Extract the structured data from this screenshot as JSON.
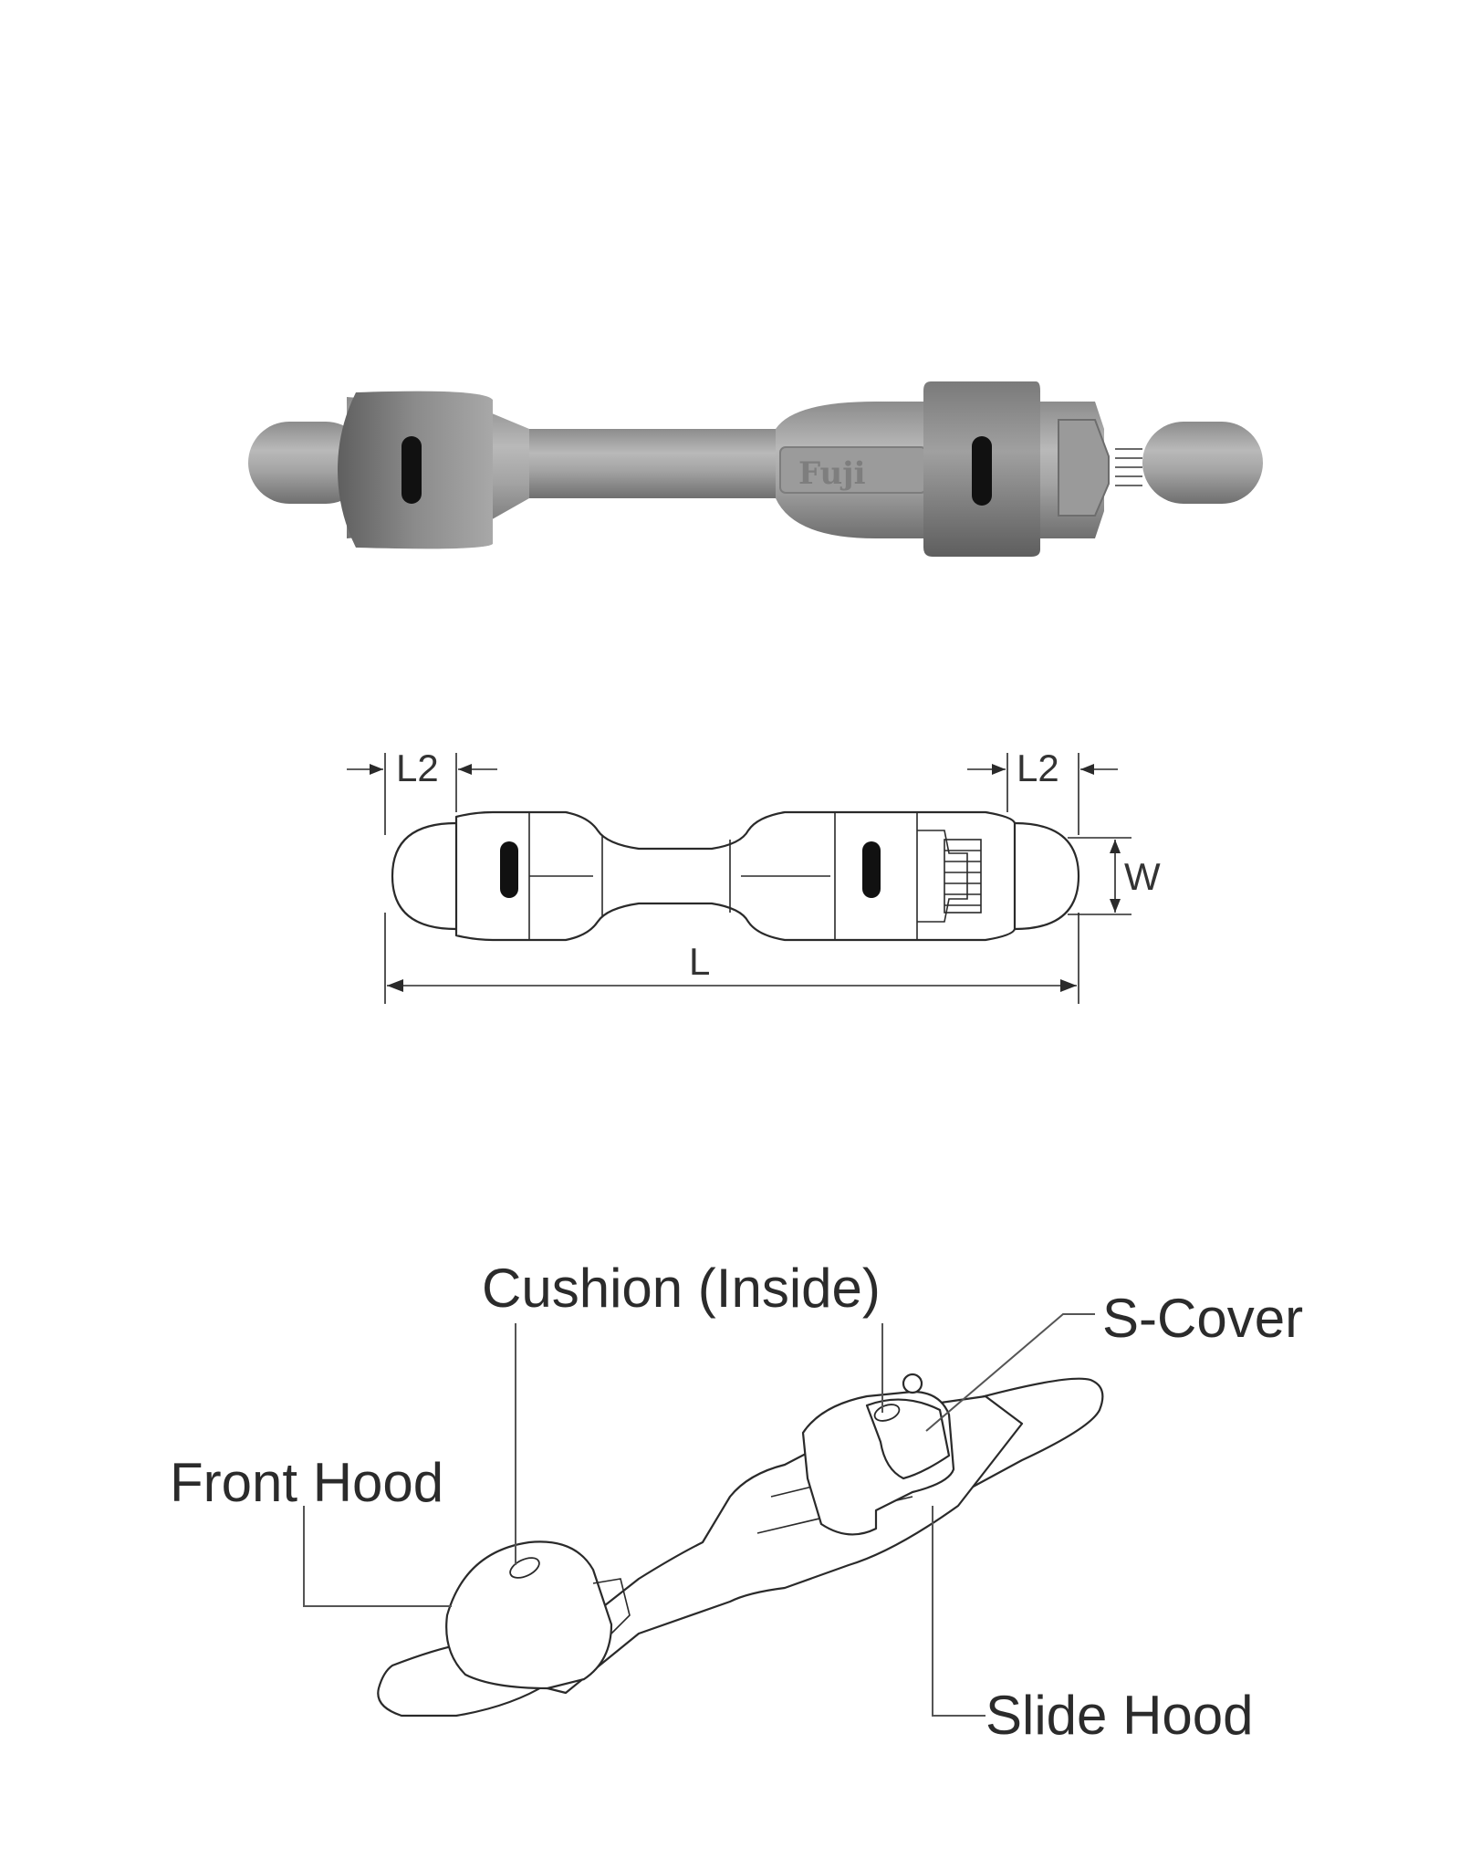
{
  "dimensions": {
    "l2_left": "L2",
    "l2_right": "L2",
    "width": "W",
    "length": "L"
  },
  "callouts": {
    "cushion": "Cushion (Inside)",
    "s_cover": "S-Cover",
    "front_hood": "Front Hood",
    "slide_hood": "Slide Hood"
  },
  "photo": {
    "body_engraving": "Fuji"
  },
  "colors": {
    "metal_light": "#a9a9a9",
    "metal_dark": "#6e6e6e",
    "line": "#2a2a2a",
    "slot": "#111111"
  }
}
